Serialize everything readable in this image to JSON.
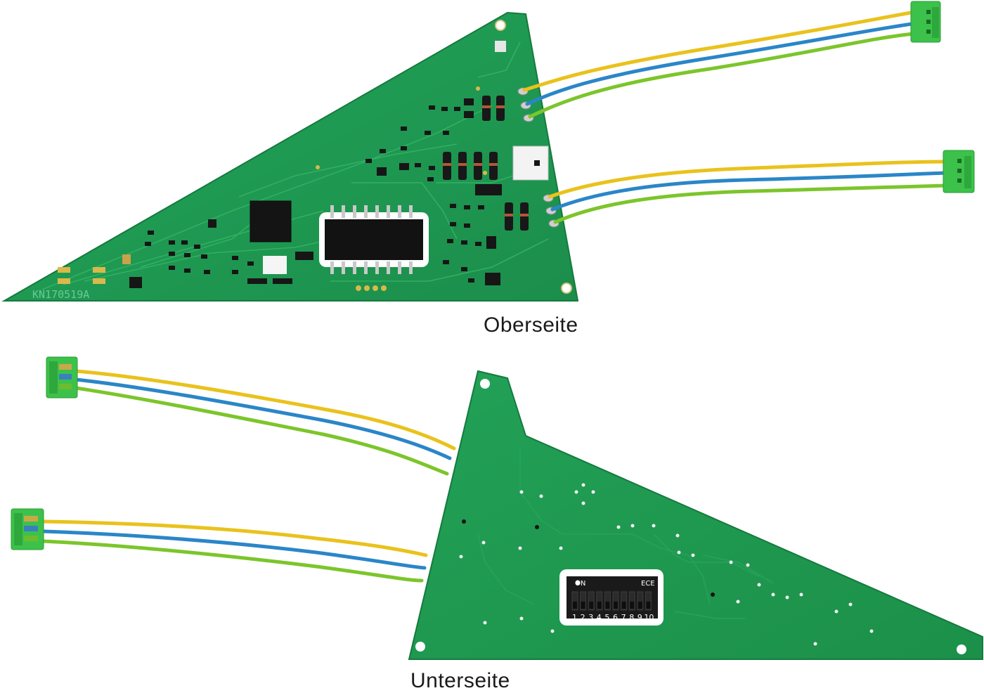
{
  "captions": {
    "top": "Oberseite",
    "bottom": "Unterseite"
  },
  "board_top": {
    "silkscreen_id": "KN170519A"
  },
  "dip_switch": {
    "on_label": "ON",
    "brand_label": "ECE",
    "numbers": [
      "1",
      "2",
      "3",
      "4",
      "5",
      "6",
      "7",
      "8",
      "9",
      "10"
    ]
  },
  "colors": {
    "pcb": "#1f9a52",
    "pcb_edge": "#157a3e",
    "trace": "#2fae63",
    "wire_yellow": "#e9c21c",
    "wire_blue": "#2a86c8",
    "wire_green": "#7cc52b",
    "connector": "#3cc24a",
    "chip": "#111111"
  }
}
